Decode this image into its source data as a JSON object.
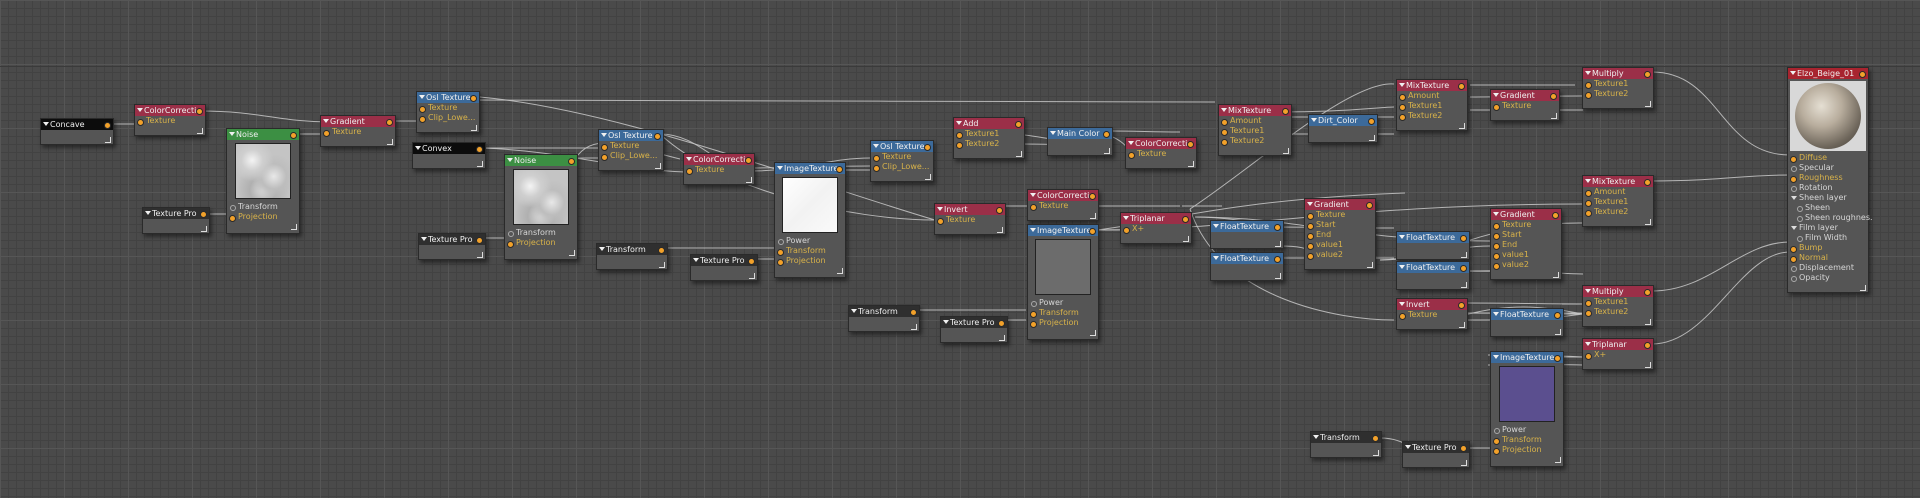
{
  "nodes": {
    "concave": {
      "title": "Concave",
      "rows": []
    },
    "colorcorrect1": {
      "title": "ColorCorrecti",
      "rows": [
        "Texture"
      ]
    },
    "noise1": {
      "title": "Noise",
      "rows": [
        "Transform",
        "Projection"
      ]
    },
    "texpro1": {
      "title": "Texture Pro",
      "rows": []
    },
    "gradient1": {
      "title": "Gradient",
      "rows": [
        "Texture"
      ]
    },
    "osl1": {
      "title": "Osl Texture",
      "rows": [
        "Texture",
        "Clip_Lowe..."
      ]
    },
    "convex": {
      "title": "Convex",
      "rows": []
    },
    "noise2": {
      "title": "Noise",
      "rows": [
        "Transform",
        "Projection"
      ]
    },
    "texpro2": {
      "title": "Texture Pro",
      "rows": []
    },
    "osl2": {
      "title": "Osl Texture",
      "rows": [
        "Texture",
        "Clip_Lowe..."
      ]
    },
    "transform1": {
      "title": "Transform",
      "rows": []
    },
    "colorcorrect2": {
      "title": "ColorCorrecti",
      "rows": [
        "Texture"
      ]
    },
    "texpro3": {
      "title": "Texture Pro",
      "rows": []
    },
    "imagetex1": {
      "title": "ImageTexture",
      "rows": [
        "Power",
        "Transform",
        "Projection"
      ]
    },
    "osl3": {
      "title": "Osl Texture",
      "rows": [
        "Texture",
        "Clip_Lowe..."
      ]
    },
    "transform2": {
      "title": "Transform",
      "rows": []
    },
    "texpro4": {
      "title": "Texture Pro",
      "rows": []
    },
    "invert1": {
      "title": "Invert",
      "rows": [
        "Texture"
      ]
    },
    "add": {
      "title": "Add",
      "rows": [
        "Texture1",
        "Texture2"
      ]
    },
    "colorcorrect3": {
      "title": "ColorCorrecti",
      "rows": [
        "Texture"
      ]
    },
    "imagetex2": {
      "title": "ImageTexture",
      "rows": [
        "Power",
        "Transform",
        "Projection"
      ]
    },
    "maincolor": {
      "title": "Main Color",
      "rows": []
    },
    "colorcorrect4": {
      "title": "ColorCorrecti",
      "rows": [
        "Texture"
      ]
    },
    "triplanar1": {
      "title": "Triplanar",
      "rows": [
        "X+"
      ]
    },
    "floattex1": {
      "title": "FloatTexture",
      "rows": []
    },
    "floattex2": {
      "title": "FloatTexture",
      "rows": []
    },
    "mixtex1": {
      "title": "MixTexture",
      "rows": [
        "Amount",
        "Texture1",
        "Texture2"
      ]
    },
    "gradient2": {
      "title": "Gradient",
      "rows": [
        "Texture",
        "Start",
        "End",
        "value1",
        "value2"
      ]
    },
    "dirtcolor": {
      "title": "Dirt_Color",
      "rows": []
    },
    "mixtex2": {
      "title": "MixTexture",
      "rows": [
        "Amount",
        "Texture1",
        "Texture2"
      ]
    },
    "gradient3": {
      "title": "Gradient",
      "rows": [
        "Texture"
      ]
    },
    "floattex3": {
      "title": "FloatTexture",
      "rows": []
    },
    "floattex4": {
      "title": "FloatTexture",
      "rows": []
    },
    "invert2": {
      "title": "Invert",
      "rows": [
        "Texture"
      ]
    },
    "transform3": {
      "title": "Transform",
      "rows": []
    },
    "texpro5": {
      "title": "Texture Pro",
      "rows": []
    },
    "gradient4": {
      "title": "Gradient",
      "rows": [
        "Texture",
        "Start",
        "End",
        "value1",
        "value2"
      ]
    },
    "floattex5": {
      "title": "FloatTexture",
      "rows": []
    },
    "imagetex3": {
      "title": "ImageTexture",
      "rows": [
        "Power",
        "Transform",
        "Projection"
      ]
    },
    "multiply1": {
      "title": "Multiply",
      "rows": [
        "Texture1",
        "Texture2"
      ]
    },
    "mixtex3": {
      "title": "MixTexture",
      "rows": [
        "Amount",
        "Texture1",
        "Texture2"
      ]
    },
    "multiply2": {
      "title": "Multiply",
      "rows": [
        "Texture1",
        "Texture2"
      ]
    },
    "triplanar2": {
      "title": "Triplanar",
      "rows": [
        "X+"
      ]
    },
    "material": {
      "title": "Elzo_Beige_01",
      "rows": [
        "Diffuse",
        "Specular",
        "Roughness",
        "Rotation",
        "Sheen layer",
        "Sheen",
        "Sheen roughnes.",
        "Film layer",
        "Film Width",
        "Bump",
        "Normal",
        "Displacement",
        "Opacity"
      ]
    }
  },
  "colors": {
    "grid": "#4a4a4a",
    "texture_header": "#9b2f48",
    "value_header": "#3c6a9a",
    "noise_header": "#3c8f43",
    "input_header": "#0c0c0c",
    "material_header": "#a8242f",
    "pin": "#f2a12a"
  }
}
